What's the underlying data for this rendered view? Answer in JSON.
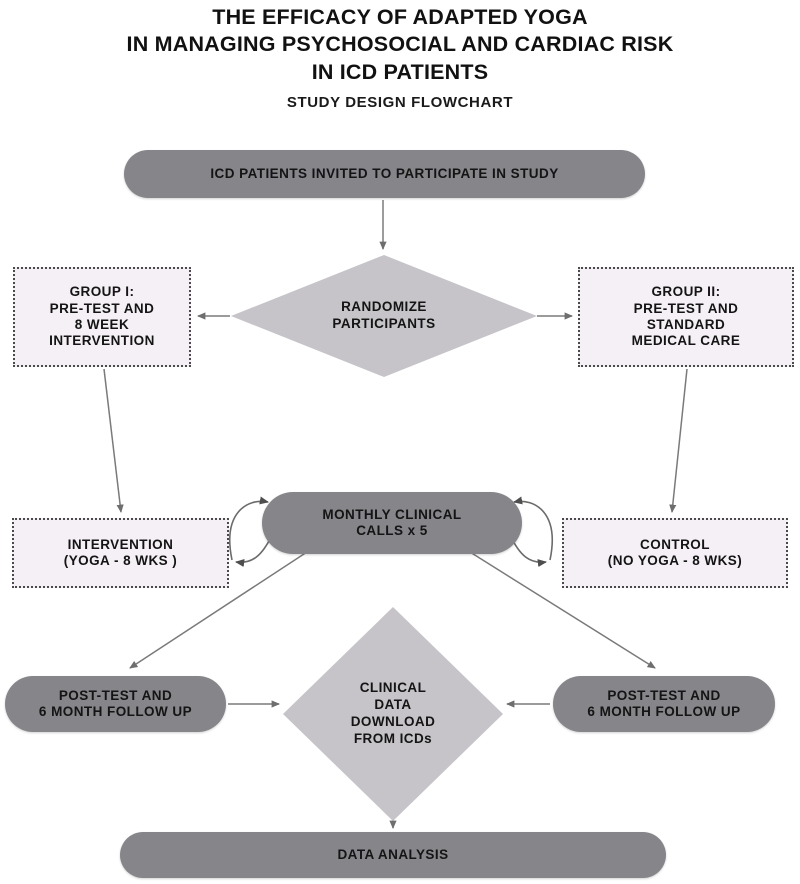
{
  "header": {
    "title_lines": [
      "THE EFFICACY OF ADAPTED YOGA",
      "IN MANAGING PSYCHOSOCIAL AND CARDIAC RISK",
      "IN ICD PATIENTS"
    ],
    "title_line_1": "THE EFFICACY OF ADAPTED YOGA",
    "title_line_2": "IN MANAGING PSYCHOSOCIAL AND CARDIAC RISK",
    "title_line_3": "IN ICD PATIENTS",
    "subtitle": "STUDY DESIGN FLOWCHART"
  },
  "colors": {
    "pill_fill": "#85858a",
    "diamond_fill": "#c6c4c8",
    "dotted_box_fill": "#f5f0f6",
    "dotted_box_border": "#4a4a4a",
    "connector": "#6b6b6b",
    "text": "#141414",
    "background": "#ffffff"
  },
  "chart_data": {
    "type": "diagram",
    "diagram_kind": "study-design-flowchart",
    "title": "THE EFFICACY OF ADAPTED YOGA IN MANAGING PSYCHOSOCIAL AND CARDIAC RISK IN ICD PATIENTS",
    "subtitle": "STUDY DESIGN FLOWCHART",
    "nodes": [
      {
        "id": "invite",
        "shape": "rounded-rect",
        "label": "ICD PATIENTS INVITED TO PARTICIPATE IN STUDY"
      },
      {
        "id": "randomize",
        "shape": "diamond",
        "label": "RANDOMIZE\nPARTICIPANTS"
      },
      {
        "id": "group1",
        "shape": "dotted-rect",
        "label": "GROUP I:\nPRE-TEST AND\n8 WEEK\nINTERVENTION"
      },
      {
        "id": "group2",
        "shape": "dotted-rect",
        "label": "GROUP II:\nPRE-TEST AND\nSTANDARD\nMEDICAL CARE"
      },
      {
        "id": "intervention",
        "shape": "dotted-rect",
        "label": "INTERVENTION\n(YOGA - 8 WKS )"
      },
      {
        "id": "calls",
        "shape": "rounded-rect",
        "label": "MONTHLY CLINICAL\nCALLS x 5"
      },
      {
        "id": "control",
        "shape": "dotted-rect",
        "label": "CONTROL\n(NO YOGA - 8 WKS)"
      },
      {
        "id": "posttest_left",
        "shape": "rounded-rect",
        "label": "POST-TEST AND\n6 MONTH FOLLOW UP"
      },
      {
        "id": "download",
        "shape": "diamond",
        "label": "CLINICAL\nDATA\nDOWNLOAD\nFROM ICDs"
      },
      {
        "id": "posttest_right",
        "shape": "rounded-rect",
        "label": "POST-TEST AND\n6 MONTH FOLLOW UP"
      },
      {
        "id": "analysis",
        "shape": "rounded-rect",
        "label": "DATA ANALYSIS"
      }
    ],
    "edges": [
      {
        "from": "invite",
        "to": "randomize",
        "style": "straight",
        "direction": "one-way"
      },
      {
        "from": "randomize",
        "to": "group1",
        "style": "straight",
        "direction": "one-way"
      },
      {
        "from": "randomize",
        "to": "group2",
        "style": "straight",
        "direction": "one-way"
      },
      {
        "from": "group1",
        "to": "intervention",
        "style": "straight",
        "direction": "one-way"
      },
      {
        "from": "group2",
        "to": "control",
        "style": "straight",
        "direction": "one-way"
      },
      {
        "from": "intervention",
        "to": "calls",
        "style": "curved",
        "direction": "two-way"
      },
      {
        "from": "control",
        "to": "calls",
        "style": "curved",
        "direction": "two-way"
      },
      {
        "from": "calls",
        "to": "posttest_left",
        "style": "straight",
        "direction": "one-way"
      },
      {
        "from": "calls",
        "to": "posttest_right",
        "style": "straight",
        "direction": "one-way"
      },
      {
        "from": "posttest_left",
        "to": "download",
        "style": "straight",
        "direction": "one-way"
      },
      {
        "from": "posttest_right",
        "to": "download",
        "style": "straight",
        "direction": "one-way"
      },
      {
        "from": "download",
        "to": "analysis",
        "style": "straight",
        "direction": "one-way"
      }
    ]
  },
  "nodes": {
    "invite": {
      "label": "ICD PATIENTS INVITED TO PARTICIPATE IN STUDY"
    },
    "randomize": {
      "label": "RANDOMIZE\nPARTICIPANTS"
    },
    "group1": {
      "label": "GROUP I:\nPRE-TEST AND\n8 WEEK\nINTERVENTION"
    },
    "group2": {
      "label": "GROUP II:\nPRE-TEST AND\nSTANDARD\nMEDICAL CARE"
    },
    "intervention": {
      "label": "INTERVENTION\n(YOGA - 8 WKS )"
    },
    "calls": {
      "label": "MONTHLY CLINICAL\nCALLS x 5"
    },
    "control": {
      "label": "CONTROL\n(NO YOGA - 8 WKS)"
    },
    "posttest_left": {
      "label": "POST-TEST AND\n6 MONTH FOLLOW UP"
    },
    "download": {
      "label": "CLINICAL\nDATA\nDOWNLOAD\nFROM ICDs"
    },
    "posttest_right": {
      "label": "POST-TEST AND\n6 MONTH FOLLOW UP"
    },
    "analysis": {
      "label": "DATA ANALYSIS"
    }
  }
}
